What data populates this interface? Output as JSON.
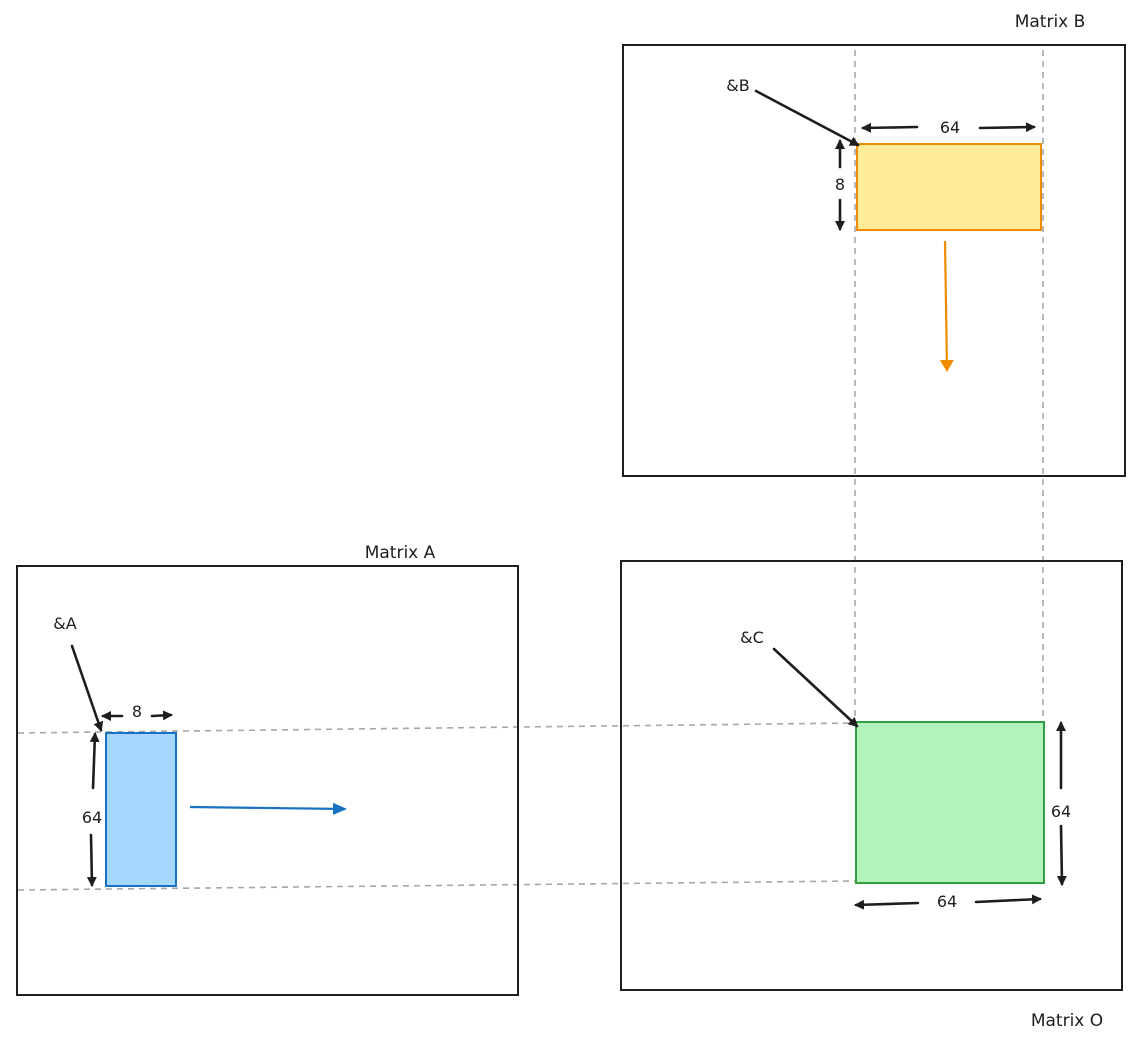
{
  "matrices": {
    "a": {
      "title": "Matrix A",
      "pointer": "&A",
      "tile_width": "8",
      "tile_height": "64",
      "tile_color": "#a5d8ff",
      "tile_stroke": "#1971c2",
      "direction": "right"
    },
    "b": {
      "title": "Matrix B",
      "pointer": "&B",
      "tile_width": "64",
      "tile_height": "8",
      "tile_color": "#ffec99",
      "tile_stroke": "#f08c00",
      "direction": "down"
    },
    "o": {
      "title": "Matrix O",
      "pointer": "&C",
      "tile_width": "64",
      "tile_height": "64",
      "tile_color": "#b2f2bb",
      "tile_stroke": "#2f9e44"
    }
  },
  "colors": {
    "outline": "#1e1e1e",
    "guide": "#a6a6a6",
    "arrow_a": "#1971c2",
    "arrow_b": "#f08c00"
  }
}
